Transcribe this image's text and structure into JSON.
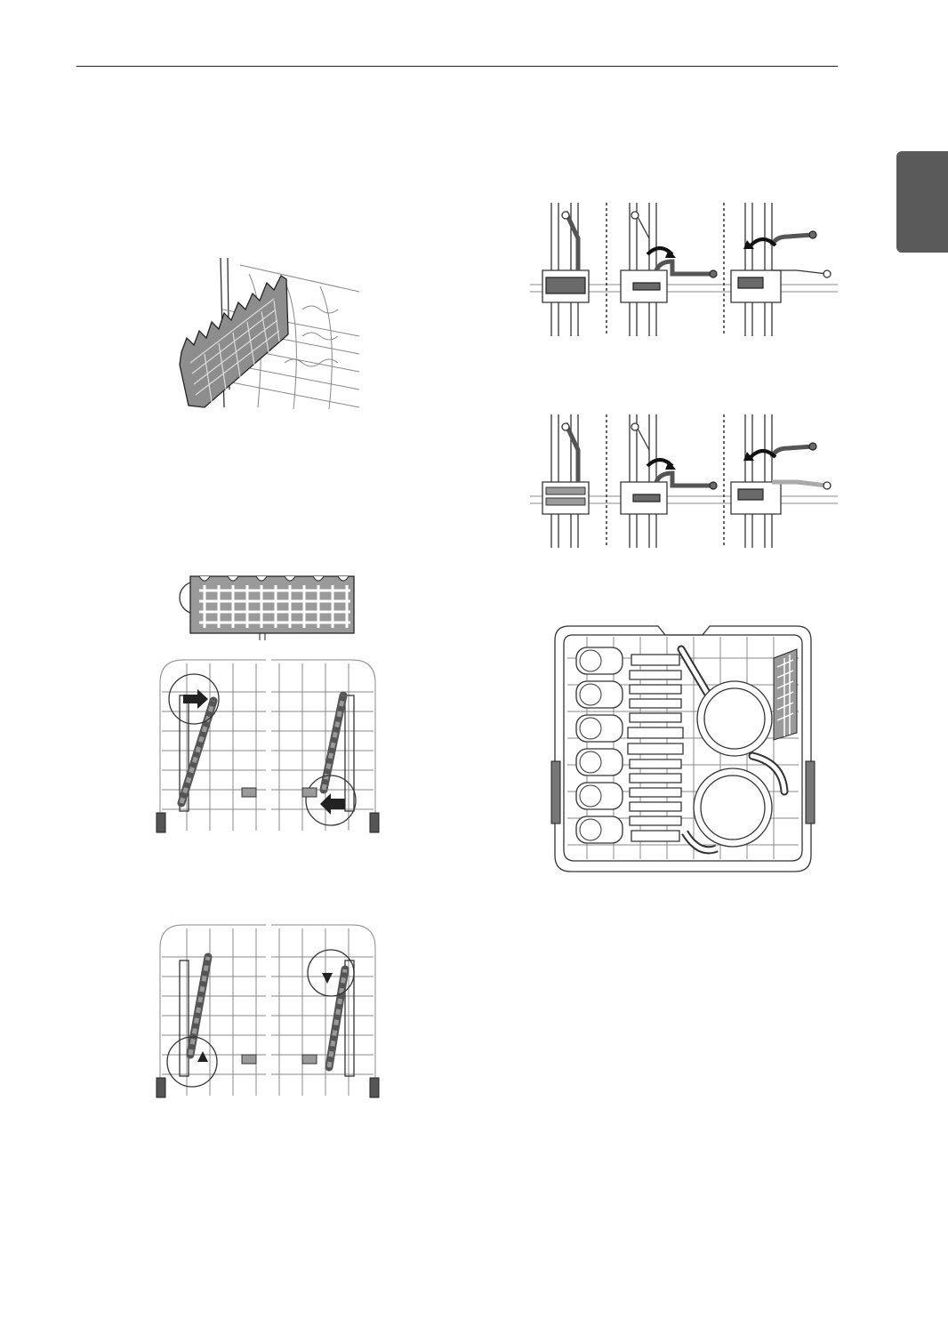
{
  "page": {
    "header_rule": true,
    "side_tab_color": "#5a5a5a"
  },
  "figures": [
    {
      "id": "fig-basket-tine-row",
      "icon": "tine-row-basket"
    },
    {
      "id": "fig-basket-front",
      "icon": "tine-row-front-view"
    },
    {
      "id": "fig-rack-remove",
      "icon": "rack-tine-row-remove-arrows"
    },
    {
      "id": "fig-rack-install",
      "icon": "rack-tine-row-install-arrows"
    },
    {
      "id": "fig-tines-fold-1",
      "icon": "folding-tines-steps"
    },
    {
      "id": "fig-tines-fold-2",
      "icon": "folding-tines-steps"
    },
    {
      "id": "fig-loaded-rack",
      "icon": "loaded-lower-rack"
    }
  ],
  "colors": {
    "line": "#333333",
    "shade": "#6a6a6a",
    "tab": "#5a5a5a"
  }
}
